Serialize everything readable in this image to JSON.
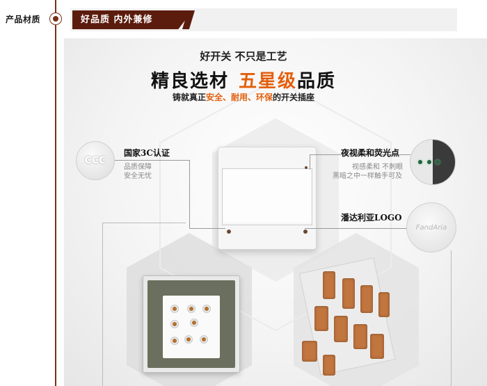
{
  "sidebar": {
    "label": "产品材质"
  },
  "banner": {
    "title": "好品质  内外兼修"
  },
  "hero": {
    "line1": "好开关  不只是工艺",
    "line2_main": "精良选材",
    "line2_accent": "五星级",
    "line2_tail": "品质",
    "line3_pre": "铸就真正",
    "line3_safe": "安全、",
    "line3_durable": "耐用、",
    "line3_eco": "环保",
    "line3_post": "的开关插座"
  },
  "callouts": {
    "ccc": {
      "title": "国家3C认证",
      "desc1": "品质保障",
      "desc2": "安全无忧",
      "badge": "CCC"
    },
    "night": {
      "title": "夜视柔和荧光点",
      "desc1": "视感柔和 不刺眼",
      "desc2": "黑暗之中一样触手可及"
    },
    "logo": {
      "title": "潘达利亚LOGO",
      "badge": "FandAria"
    }
  },
  "colors": {
    "brand": "#5b1c0d",
    "accent": "#e35f0c",
    "rail": "#7a2e16"
  }
}
